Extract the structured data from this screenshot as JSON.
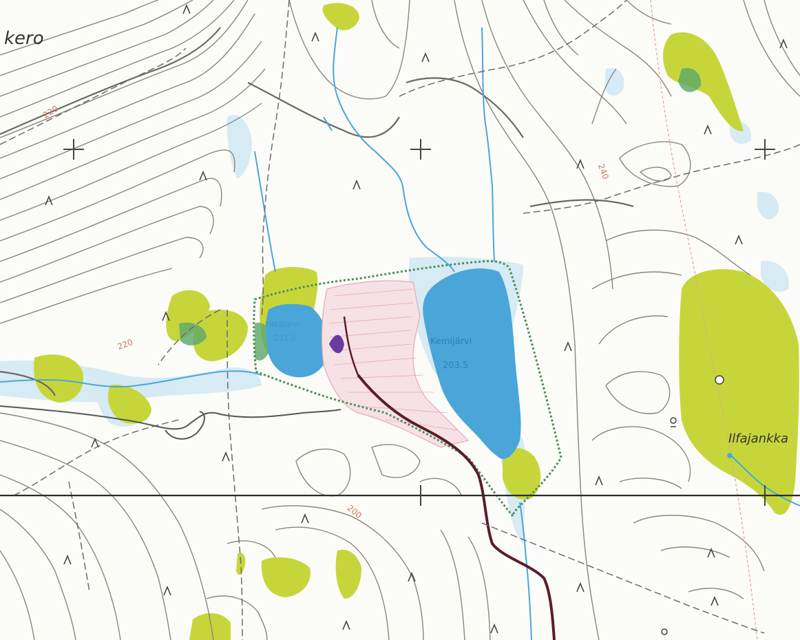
{
  "map": {
    "type": "topographic",
    "colors": {
      "background": "#fbfbf8",
      "contour": "#8a8580",
      "index_contour": "#6d6661",
      "water": "#4aa6d8",
      "wet_area": "#cfe8f3",
      "bog": "#c6d63a",
      "marsh_dark": "#5da86a",
      "road": "#5a1d2a",
      "path": "#6b6b6b",
      "protected_area": "#4f8f5a",
      "built_area": "#e8a8b4",
      "grid_line": "#2a2a2a",
      "power_line": "#d9a89a",
      "label_water": "#4a8fc8",
      "label_dark": "#222222"
    },
    "labels": {
      "top_left_place": "kero",
      "small_lake_name": "Pitkäjärvi",
      "small_lake_elev": "211.5",
      "big_lake_name": "Kemijärvi",
      "big_lake_elev": "203.5",
      "right_place": "Ilfajankka",
      "contour_220_a": "220",
      "contour_220_b": "220",
      "contour_240": "240",
      "contour_200": "200"
    }
  }
}
